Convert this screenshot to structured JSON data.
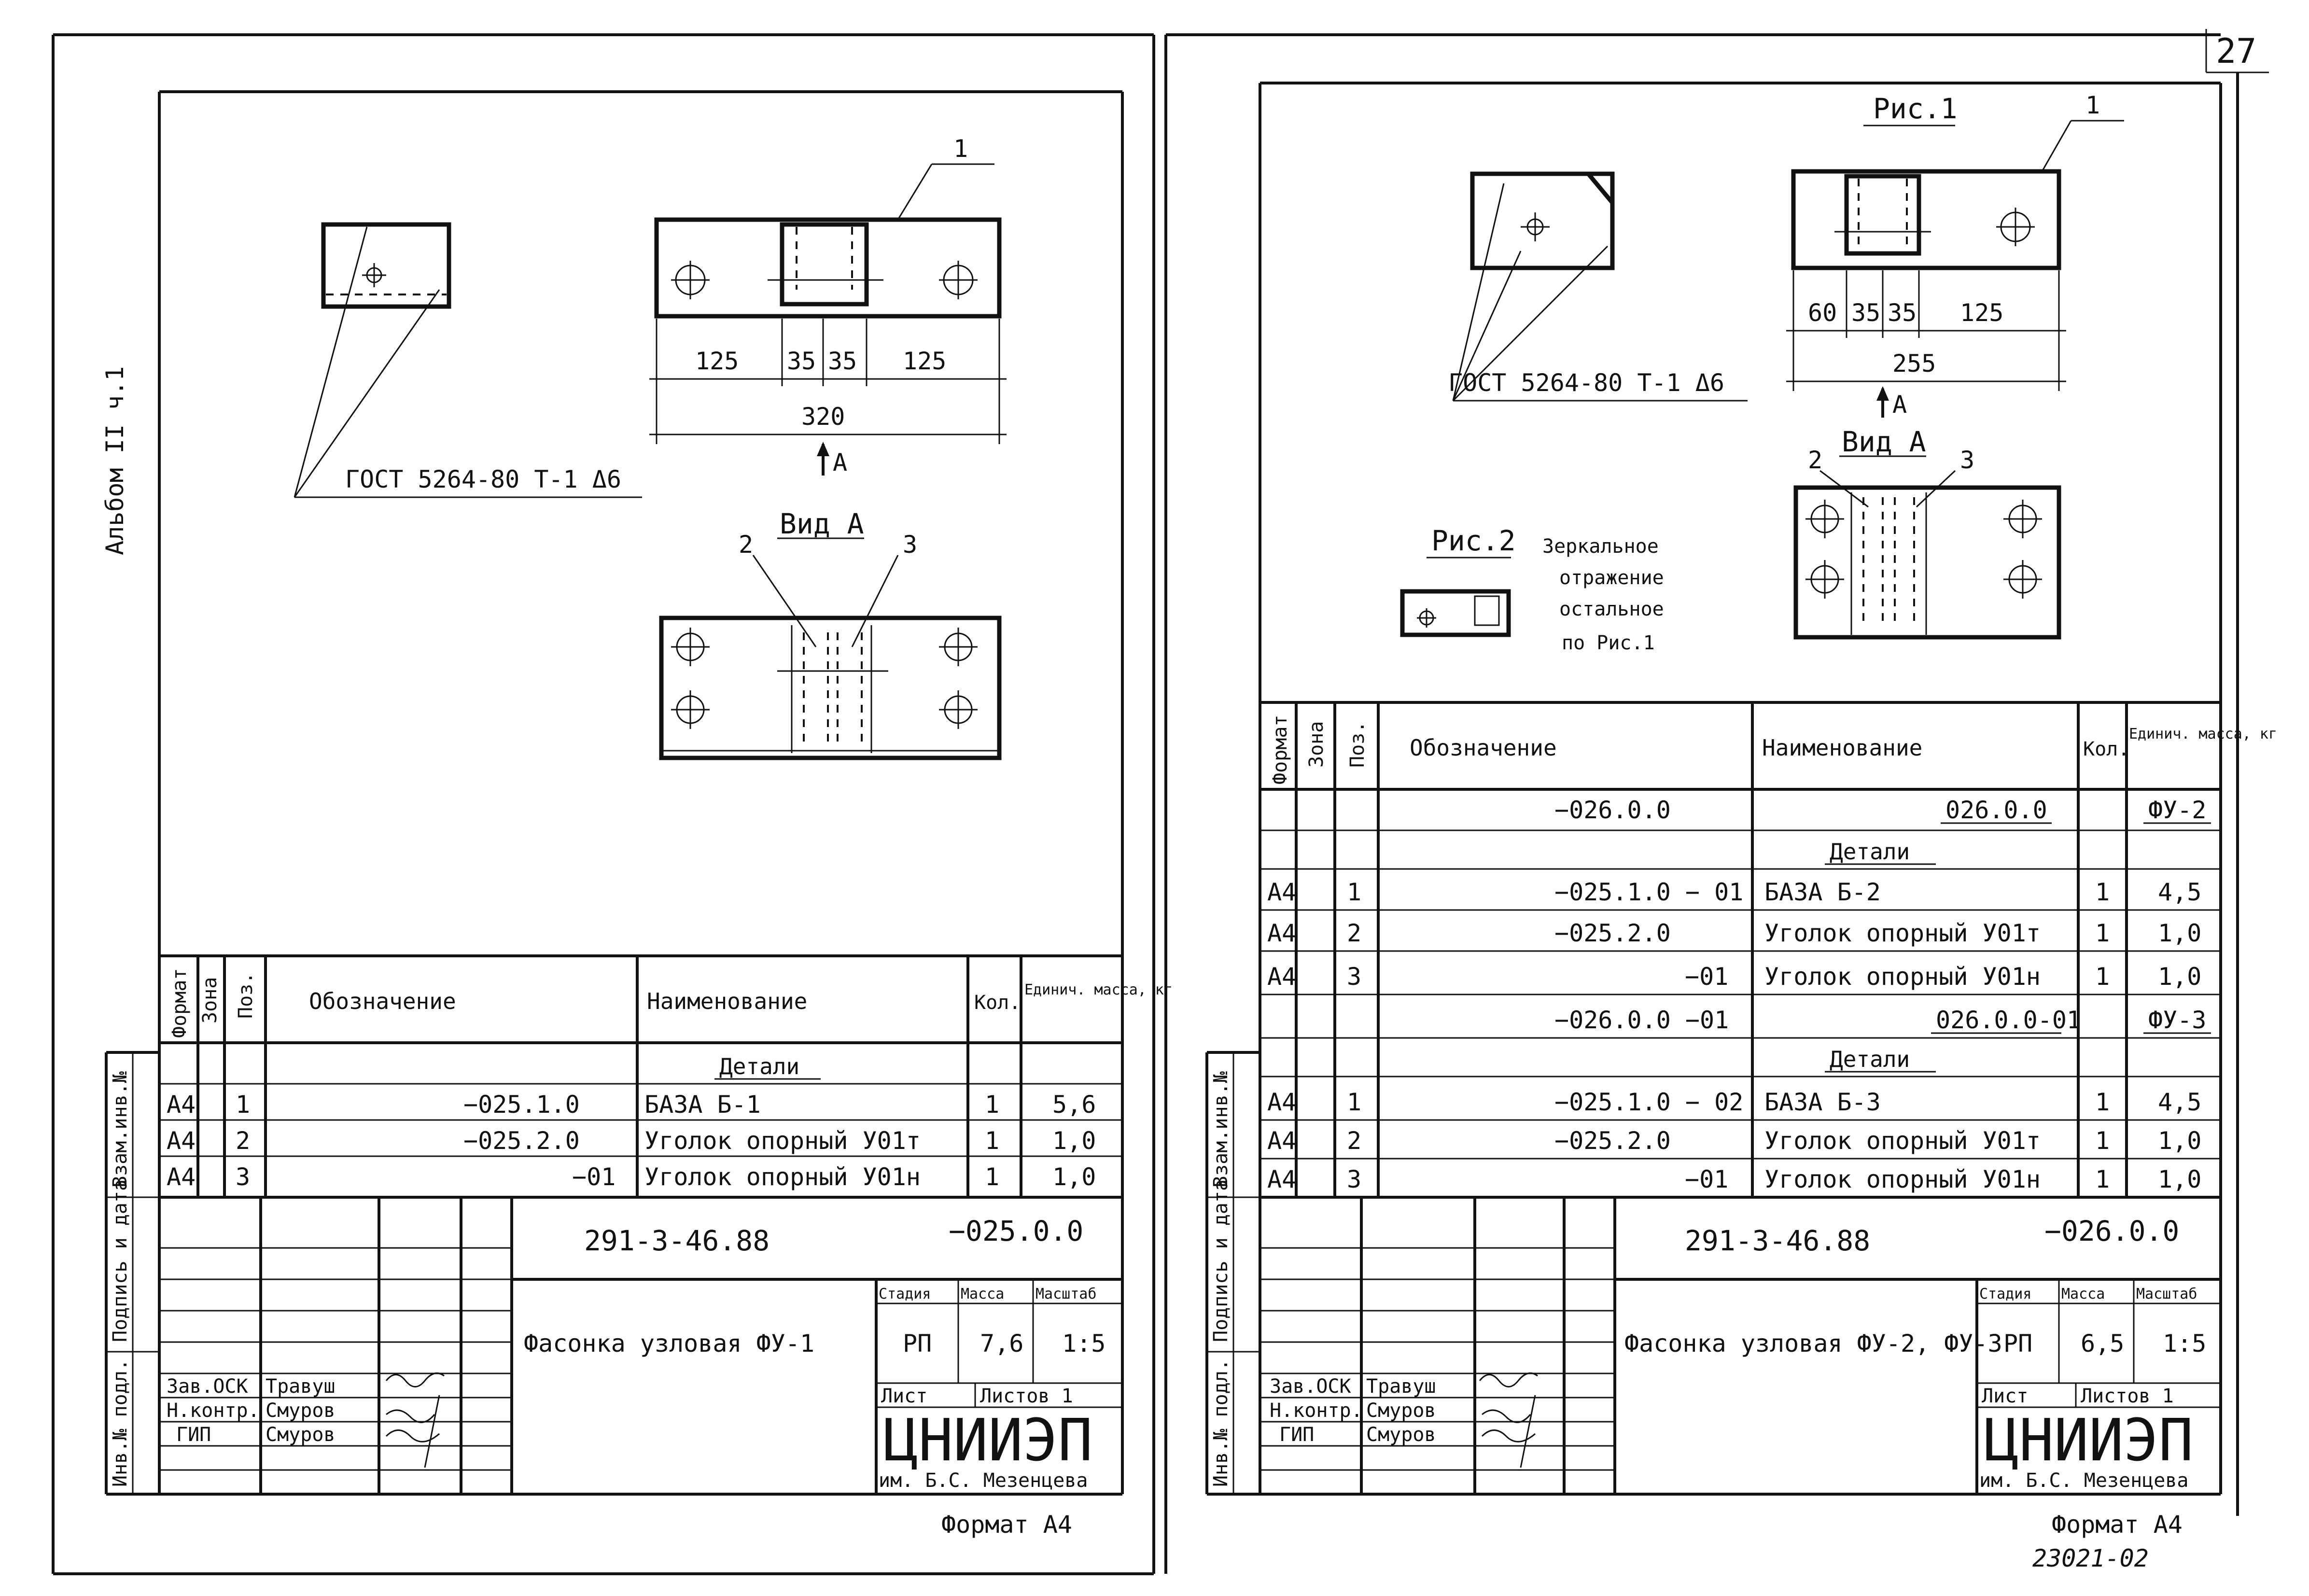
{
  "page_number": "27",
  "album_label": "Альбом II ч.1",
  "inv_number": "23021-02",
  "side_stamp": {
    "inv_podl": "Инв.№ подл.",
    "podpis_data": "Подпись и дата",
    "vzam_inv": "Взам.инв.№"
  },
  "left": {
    "gost_label": "ГОСТ 5264-80 Т-1 Δ6",
    "callout_1": "1",
    "callout_2": "2",
    "callout_3": "3",
    "dims": [
      "125",
      "35",
      "35",
      "125"
    ],
    "total_dim": "320",
    "view_arrow": "А",
    "view_title": "Вид А",
    "spec_headers": [
      "Формат",
      "Зона",
      "Поз.",
      "Обозначение",
      "Наименование",
      "Кол.",
      "Единич. масса, кг"
    ],
    "section_title": "Детали",
    "rows": [
      [
        "А4",
        "",
        "1",
        "−025.1.0",
        "БАЗА Б-1",
        "1",
        "5,6"
      ],
      [
        "А4",
        "",
        "2",
        "−025.2.0",
        "Уголок опорный У01т",
        "1",
        "1,0"
      ],
      [
        "А4",
        "",
        "3",
        "−01",
        "Уголок опорный У01н",
        "1",
        "1,0"
      ]
    ],
    "doc_code": "291-3-46.88",
    "doc_id": "−025.0.0",
    "item_name": "Фасонка узловая ФУ-1",
    "stage_h": "Стадия",
    "mass_h": "Масса",
    "scale_h": "Масштаб",
    "stage": "РП",
    "mass": "7,6",
    "scale": "1:5",
    "sheet_h": "Лист",
    "sheets_h": "Листов 1",
    "org": "ЦНИИЭП",
    "org_sub": "им. Б.С. Мезенцева",
    "format": "Формат А4",
    "people": [
      [
        "Зав.ОСК",
        "Травуш"
      ],
      [
        "Н.контр.",
        "Смуров"
      ],
      [
        "ГИП",
        "Смуров"
      ]
    ]
  },
  "right": {
    "fig1_title": "Рис.1",
    "callout_1": "1",
    "gost_label": "ГОСТ 5264-80 Т-1 Δ6",
    "dims": [
      "60",
      "35",
      "35",
      "125"
    ],
    "total_dim": "255",
    "view_arrow": "А",
    "view_title": "Вид А",
    "callout_2": "2",
    "callout_3": "3",
    "fig2_title": "Рис.2",
    "fig2_note": [
      "Зеркальное",
      "отражение",
      "остальное",
      "по Рис.1"
    ],
    "spec_headers": [
      "Формат",
      "Зона",
      "Поз.",
      "Обозначение",
      "Наименование",
      "Кол.",
      "Единич. масса, кг"
    ],
    "rows": [
      {
        "type": "assembly",
        "oboz": "−026.0.0",
        "name": "026.0.0",
        "mass": "ФУ-2"
      },
      {
        "type": "section",
        "name": "Детали"
      },
      {
        "type": "part",
        "fmt": "А4",
        "pos": "1",
        "oboz": "−025.1.0 − 01",
        "name": "БАЗА Б-2",
        "qty": "1",
        "mass": "4,5"
      },
      {
        "type": "part",
        "fmt": "А4",
        "pos": "2",
        "oboz": "−025.2.0",
        "name": "Уголок опорный У01т",
        "qty": "1",
        "mass": "1,0"
      },
      {
        "type": "part",
        "fmt": "А4",
        "pos": "3",
        "oboz": "−01",
        "name": "Уголок опорный У01н",
        "qty": "1",
        "mass": "1,0"
      },
      {
        "type": "assembly",
        "oboz": "−026.0.0 −01",
        "name": "026.0.0-01",
        "mass": "ФУ-3"
      },
      {
        "type": "section",
        "name": "Детали"
      },
      {
        "type": "part",
        "fmt": "А4",
        "pos": "1",
        "oboz": "−025.1.0 − 02",
        "name": "БАЗА Б-3",
        "qty": "1",
        "mass": "4,5"
      },
      {
        "type": "part",
        "fmt": "А4",
        "pos": "2",
        "oboz": "−025.2.0",
        "name": "Уголок опорный У01т",
        "qty": "1",
        "mass": "1,0"
      },
      {
        "type": "part",
        "fmt": "А4",
        "pos": "3",
        "oboz": "−01",
        "name": "Уголок опорный У01н",
        "qty": "1",
        "mass": "1,0"
      }
    ],
    "doc_code": "291-3-46.88",
    "doc_id": "−026.0.0",
    "item_name": "Фасонка узловая ФУ-2, ФУ-3",
    "stage_h": "Стадия",
    "mass_h": "Масса",
    "scale_h": "Масштаб",
    "stage": "РП",
    "mass": "6,5",
    "scale": "1:5",
    "sheet_h": "Лист",
    "sheets_h": "Листов 1",
    "org": "ЦНИИЭП",
    "org_sub": "им. Б.С. Мезенцева",
    "format": "Формат А4",
    "people": [
      [
        "Зав.ОСК",
        "Травуш"
      ],
      [
        "Н.контр.",
        "Смуров"
      ],
      [
        "ГИП",
        "Смуров"
      ]
    ]
  }
}
